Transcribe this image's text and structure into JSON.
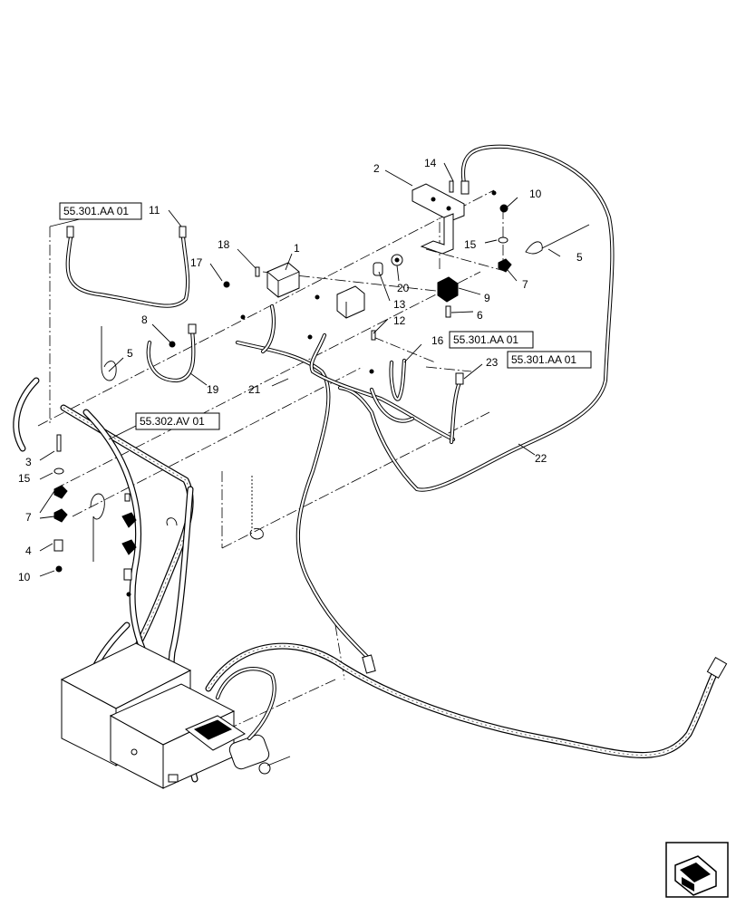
{
  "diagram": {
    "item_numbers": {
      "n1": "1",
      "n2": "2",
      "n3": "3",
      "n4": "4",
      "n5a": "5",
      "n5b": "5",
      "n6": "6",
      "n7a": "7",
      "n7b": "7",
      "n8": "8",
      "n9": "9",
      "n10a": "10",
      "n10b": "10",
      "n11": "11",
      "n12": "12",
      "n13": "13",
      "n14": "14",
      "n15a": "15",
      "n15b": "15",
      "n16": "16",
      "n17": "17",
      "n18": "18",
      "n19": "19",
      "n20": "20",
      "n21": "21",
      "n22": "22",
      "n23": "23"
    },
    "references": {
      "ref_top_left": "55.301.AA 01",
      "ref_left_mid": "55.302.AV 01",
      "ref_mid_right": "55.301.AA 01",
      "ref_right": "55.301.AA 01"
    },
    "icons": [
      "navigation-arrow-icon"
    ]
  }
}
